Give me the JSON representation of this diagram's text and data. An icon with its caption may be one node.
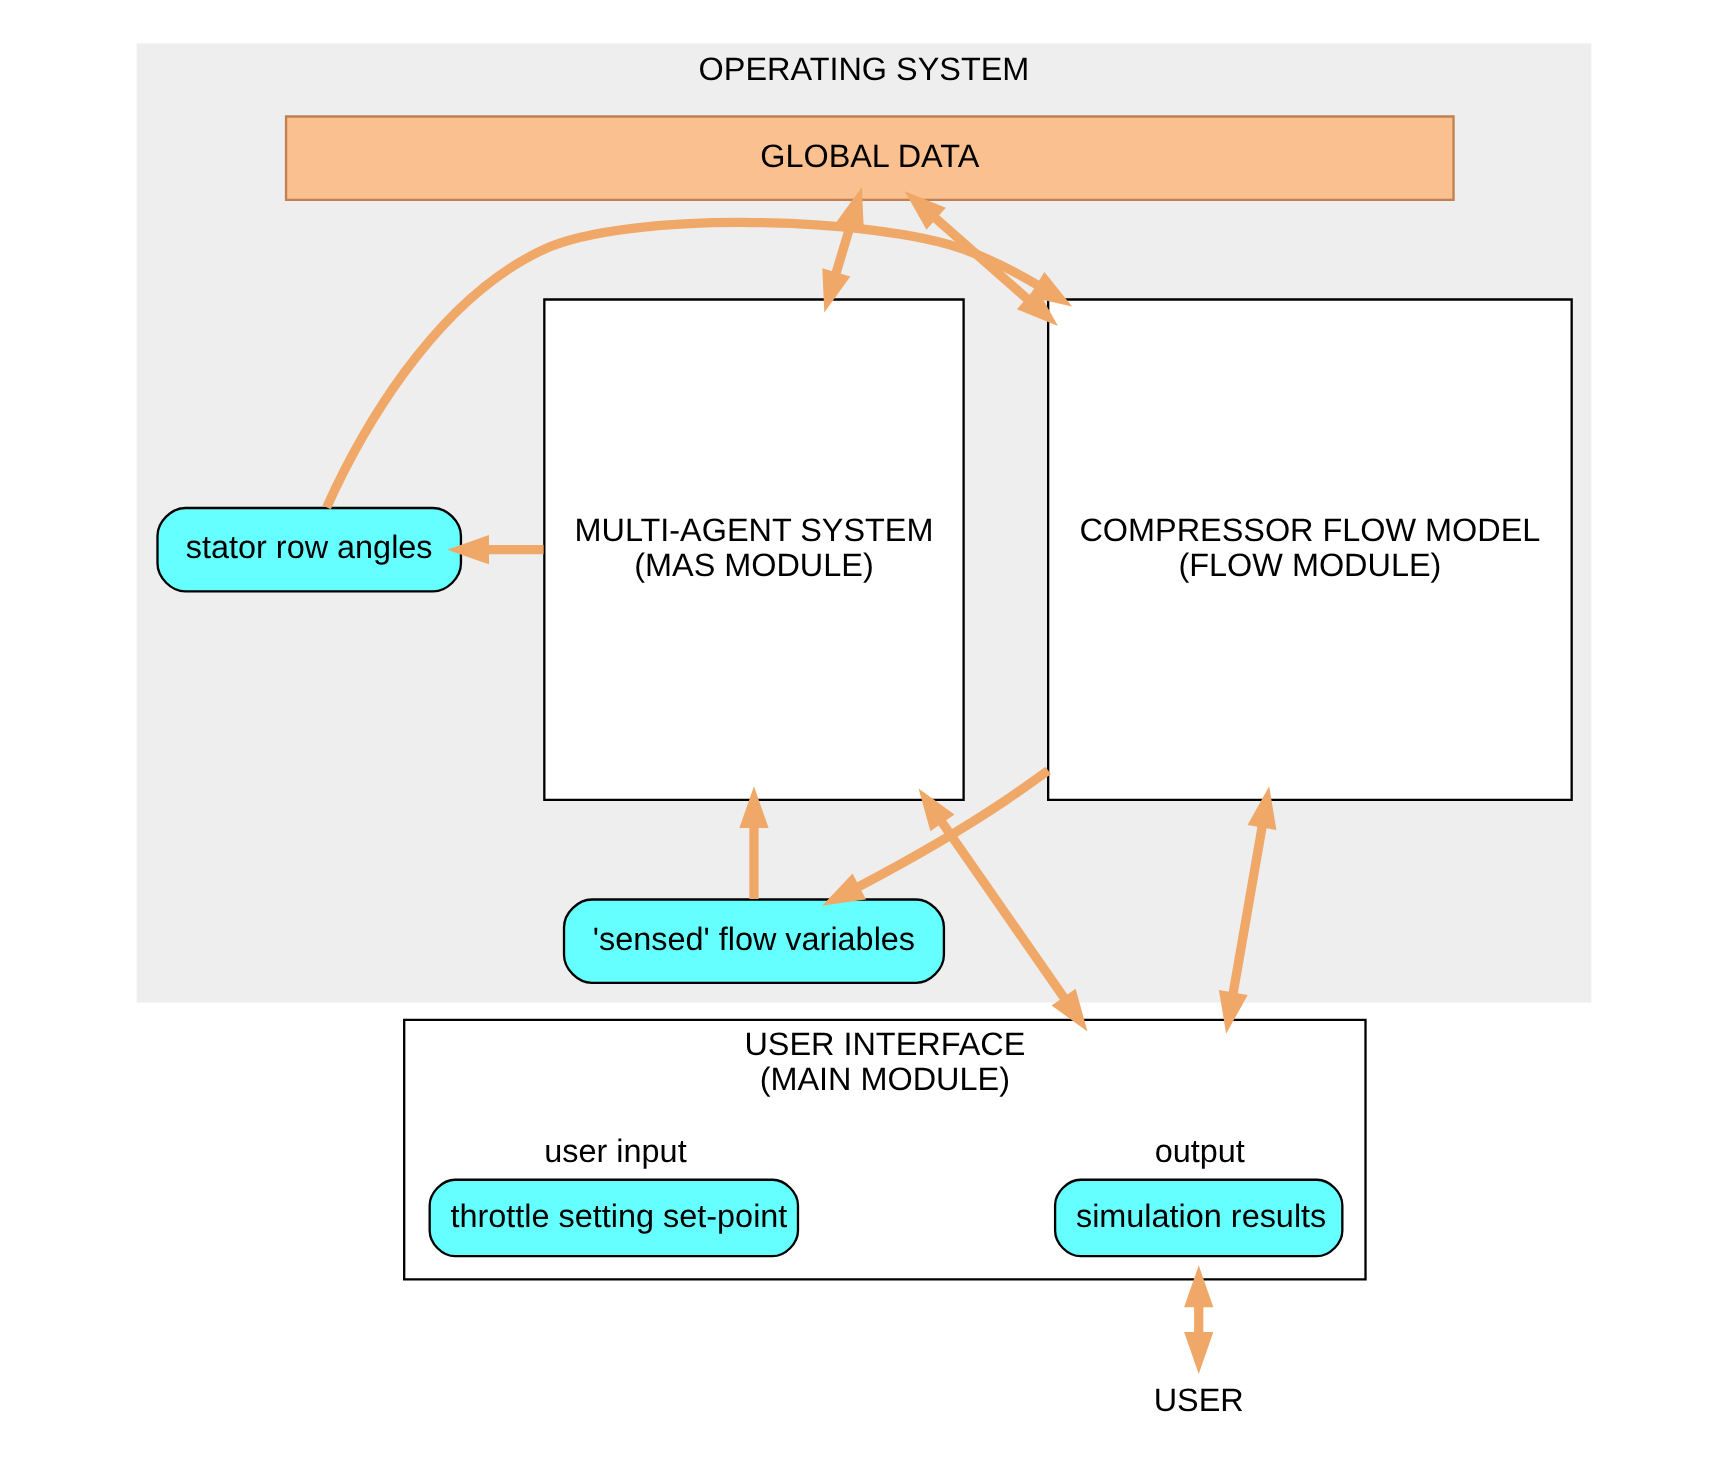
{
  "diagram": {
    "nodes": [
      {
        "text": [
          "OPERATING SYSTEM"
        ]
      },
      {
        "text": [
          "GLOBAL DATA"
        ],
        "in": 0
      },
      {
        "text": [
          "MULTI-AGENT SYSTEM",
          "(MAS MODULE)"
        ],
        "in": 0
      },
      {
        "text": [
          "stator row angles"
        ],
        "in": 0
      },
      {
        "text": [
          "COMPRESSOR FLOW MODEL",
          "(FLOW MODULE)"
        ],
        "in": 0
      },
      {
        "text": [
          "'sensed' flow variables"
        ],
        "in": 0
      },
      {
        "text": [
          "USER INTERFACE",
          "(MAIN MODULE)"
        ]
      },
      {
        "text": [
          "simulation results"
        ],
        "in": 6,
        "beside": [
          "output"
        ]
      },
      {
        "text": [
          "throttle setting set-point"
        ],
        "in": 6,
        "beside": [
          "user input"
        ]
      },
      {
        "text": [
          "USER"
        ]
      }
    ],
    "edges": [
      {
        "from": 1,
        "to": 2,
        "arrow": "both"
      },
      {
        "from": 1,
        "to": 4,
        "arrow": "both"
      },
      {
        "from": 2,
        "to": 3,
        "arrow": "to"
      },
      {
        "from": 3,
        "to": 4,
        "arrow": "to"
      },
      {
        "from": 4,
        "to": 5,
        "arrow": "to"
      },
      {
        "from": 5,
        "to": 2,
        "arrow": "to"
      },
      {
        "from": 2,
        "to": 6,
        "arrow": "both"
      },
      {
        "from": 4,
        "to": 6,
        "arrow": "both"
      },
      {
        "from": 6,
        "to": 9,
        "arrow": "both"
      }
    ]
  }
}
